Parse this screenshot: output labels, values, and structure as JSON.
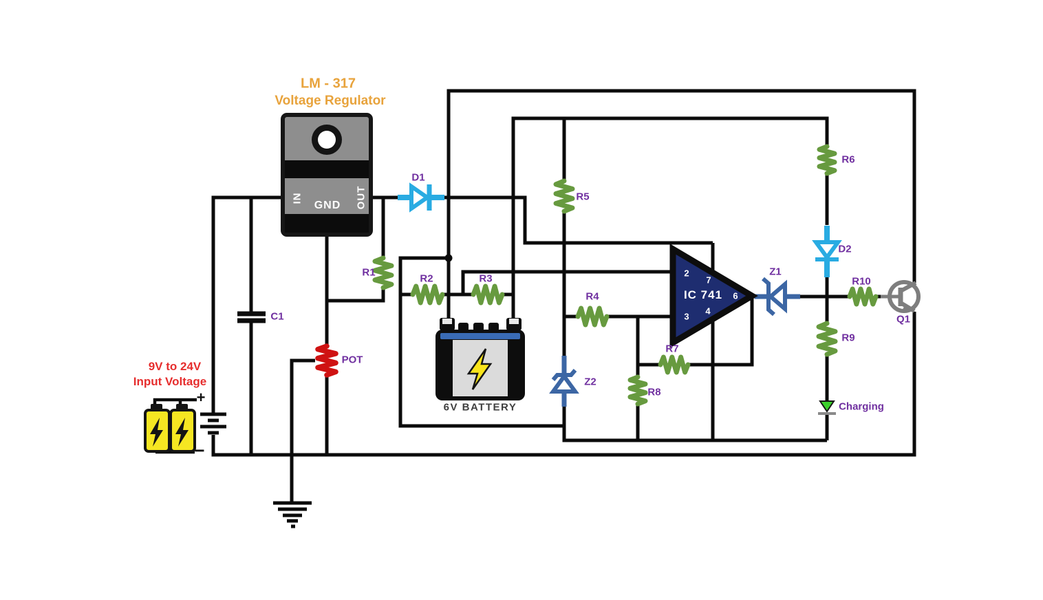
{
  "diagram": {
    "title_line1": "LM - 317",
    "title_line2": "Voltage Regulator",
    "input_caption_line1": "9V to 24V",
    "input_caption_line2": "Input Voltage",
    "plus_sign": "+",
    "minus_sign": "−"
  },
  "regulator": {
    "pin_in": "IN",
    "pin_gnd": "GND",
    "pin_out": "OUT"
  },
  "storage_battery": {
    "label": "6V BATTERY"
  },
  "opamp": {
    "name": "IC 741",
    "pin_inverting": "2",
    "pin_vplus": "7",
    "pin_noninverting": "3",
    "pin_vminus": "4",
    "pin_output": "6"
  },
  "labels": {
    "d1": "D1",
    "d2": "D2",
    "z1": "Z1",
    "z2": "Z2",
    "r1": "R1",
    "r2": "R2",
    "r3": "R3",
    "r4": "R4",
    "r5": "R5",
    "r6": "R6",
    "r7": "R7",
    "r8": "R8",
    "r9": "R9",
    "r10": "R10",
    "c1": "C1",
    "pot": "POT",
    "q1": "Q1",
    "led_status": "Charging"
  },
  "colors": {
    "wire": "#0b0b0b",
    "resistor_green": "#679A3F",
    "pot_red": "#CF1212",
    "diode_cyan": "#29ABE2",
    "zener_blue": "#3C66A4",
    "label_purple": "#7030A0",
    "title_orange": "#E8A33C",
    "input_red": "#E62E2E",
    "battery_yellow": "#F5E622",
    "battery_stripe_blue": "#3A6BB5",
    "ic_navy": "#1E2D70",
    "led_green": "#3BD02C",
    "transistor_gray": "#7E7E7E"
  }
}
